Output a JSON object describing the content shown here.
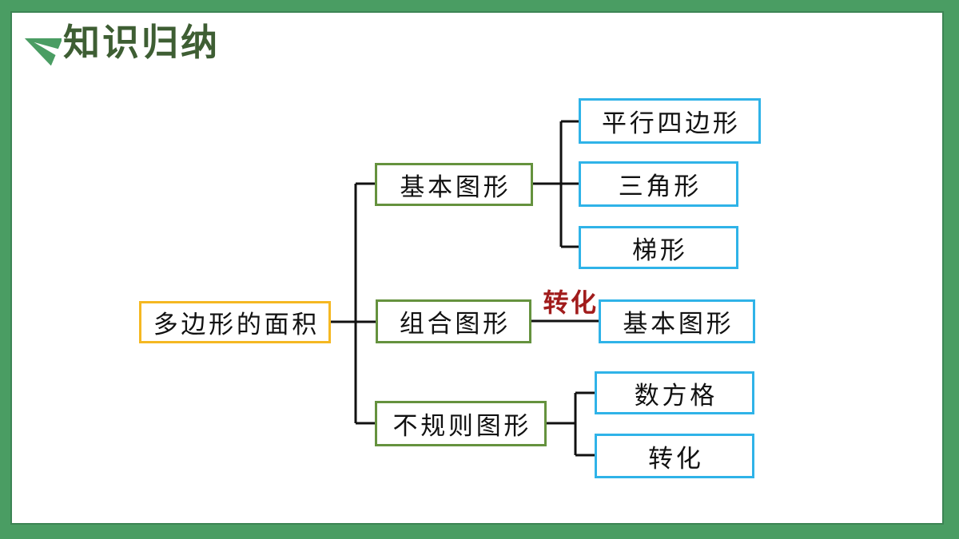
{
  "header": {
    "title": "知识归纳",
    "icon": "paper-plane-icon"
  },
  "diagram": {
    "root": {
      "label": "多边形的面积"
    },
    "branches": [
      {
        "label": "基本图形",
        "children": [
          "平行四边形",
          "三角形",
          "梯形"
        ]
      },
      {
        "label": "组合图形",
        "edge_label": "转化",
        "children": [
          "基本图形"
        ]
      },
      {
        "label": "不规则图形",
        "children": [
          "数方格",
          "转化"
        ]
      }
    ]
  },
  "colors": {
    "frame_green": "#4A9D63",
    "frame_inner_edge": "#3C8454",
    "title_green": "#3E5E33",
    "root_border_yellow": "#F5B822",
    "branch_border_olive": "#65923E",
    "leaf_border_blue": "#2FB3E8",
    "edge_label_red": "#A11C1C",
    "connector_black": "#111111",
    "text_black": "#111111"
  }
}
